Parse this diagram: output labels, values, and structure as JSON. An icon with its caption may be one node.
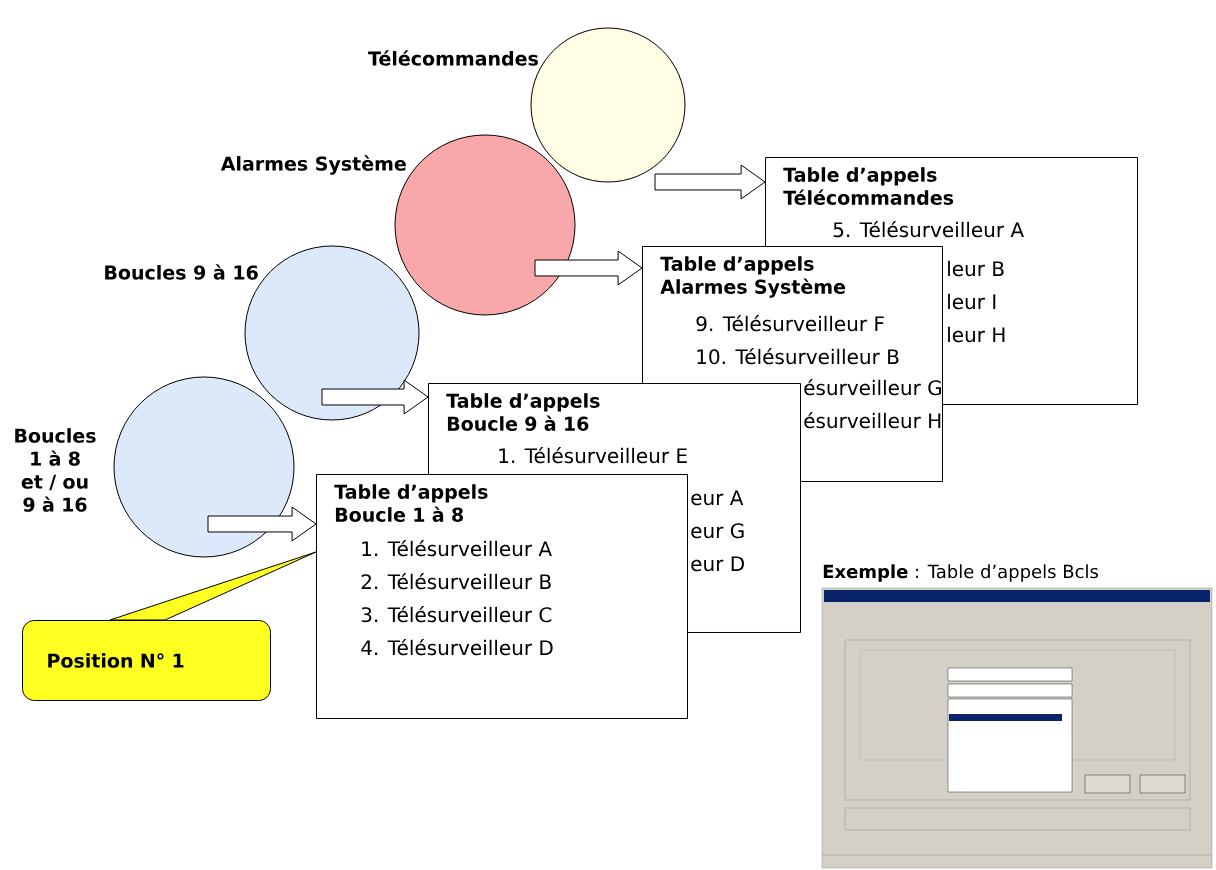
{
  "diagram": {
    "nodes": [
      {
        "text": [
          "Télécommandes"
        ]
      },
      {
        "text": [
          "Alarmes Système"
        ]
      },
      {
        "text": [
          "Boucles 9 à 16"
        ]
      },
      {
        "text": [
          "Boucles 1 à 8 et / ou 9 à 16"
        ]
      },
      {
        "text": [
          "Table d’appels Télécommandes",
          "5. Télésurveilleur A",
          "leur B",
          "leur I",
          "leur H"
        ]
      },
      {
        "text": [
          "Table d’appels Alarmes Système",
          "9. Télésurveilleur F",
          "10. Télésurveilleur B",
          "ésurveilleur G",
          "ésurveilleur H"
        ]
      },
      {
        "text": [
          "Table d’appels Boucle 9 à 16",
          "1. Télésurveilleur E",
          "eur A",
          "eur G",
          "eur D"
        ]
      },
      {
        "text": [
          "Table d’appels Boucle 1 à 8",
          "1. Télésurveilleur A",
          "2. Télésurveilleur B",
          "3. Télésurveilleur C",
          "4. Télésurveilleur D"
        ]
      },
      {
        "text": [
          "Position N° 1"
        ]
      }
    ],
    "edges": [
      {
        "from": 0,
        "to": 4,
        "arrow": "to"
      },
      {
        "from": 1,
        "to": 5,
        "arrow": "to"
      },
      {
        "from": 2,
        "to": 6,
        "arrow": "to"
      },
      {
        "from": 3,
        "to": 7,
        "arrow": "to"
      },
      {
        "from": 8,
        "to": 7,
        "arrow": "none"
      }
    ],
    "labels": [
      "**Exemple** : Table d’appels Bcls"
    ]
  }
}
